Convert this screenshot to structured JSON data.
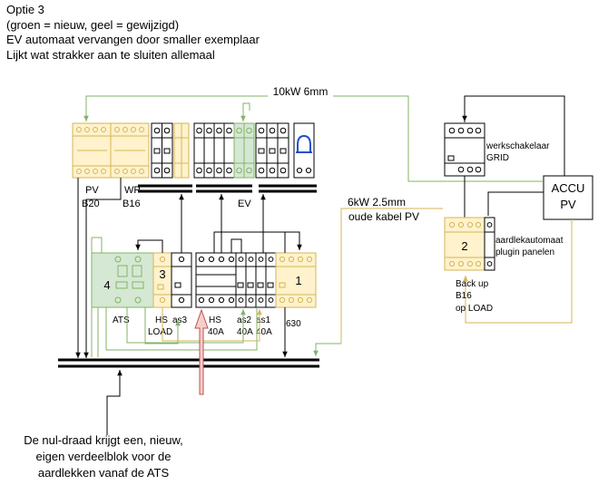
{
  "header": {
    "lines": [
      "Optie 3",
      "(groen = nieuw, geel = gewijzigd)",
      "EV automaat vervangen door smaller exemplaar",
      "Lijkt wat strakker aan te sluiten allemaal"
    ]
  },
  "colors": {
    "new_green_fill": "#d5e8d4",
    "new_green_line": "#82b366",
    "changed_yellow_fill": "#fff2cc",
    "changed_yellow_line": "#d6b656",
    "arrow_pink_fill": "#f8cecc",
    "arrow_pink_line": "#b85450",
    "cable_green": "#82b366",
    "cable_yellow": "#d6b656"
  },
  "labels": {
    "cable_10kw": "10kW 6mm",
    "werkschakelaar_1": "werkschakelaar",
    "werkschakelaar_2": "GRID",
    "accu_1": "ACCU",
    "accu_2": "PV",
    "cable_6kw_1": "6kW 2.5mm",
    "cable_6kw_2": "oude kabel PV",
    "pv_1": "PV",
    "pv_2": "B20",
    "wp_1": "WP",
    "wp_2": "B16",
    "ev": "EV",
    "aard_1": "aardlekautomaat",
    "aard_2": "plugin panelen",
    "num_2": "2",
    "backup_1": "Back up",
    "backup_2": "B16",
    "backup_3": "op LOAD",
    "num_4": "4",
    "num_3": "3",
    "num_1": "1",
    "ats": "ATS",
    "hs_load_1": "HS",
    "hs_load_2": "LOAD",
    "as3": "as3",
    "hs40_1": "HS",
    "hs40_2": "40A",
    "as2_1": "as2",
    "as2_2": "40A",
    "as1_1": "as1",
    "as1_2": "40A",
    "l630": "630"
  },
  "footer": {
    "lines": [
      "De nul-draad krijgt een, nieuw,",
      "eigen verdeelblok voor de",
      "aardlekken vanaf de ATS"
    ]
  }
}
